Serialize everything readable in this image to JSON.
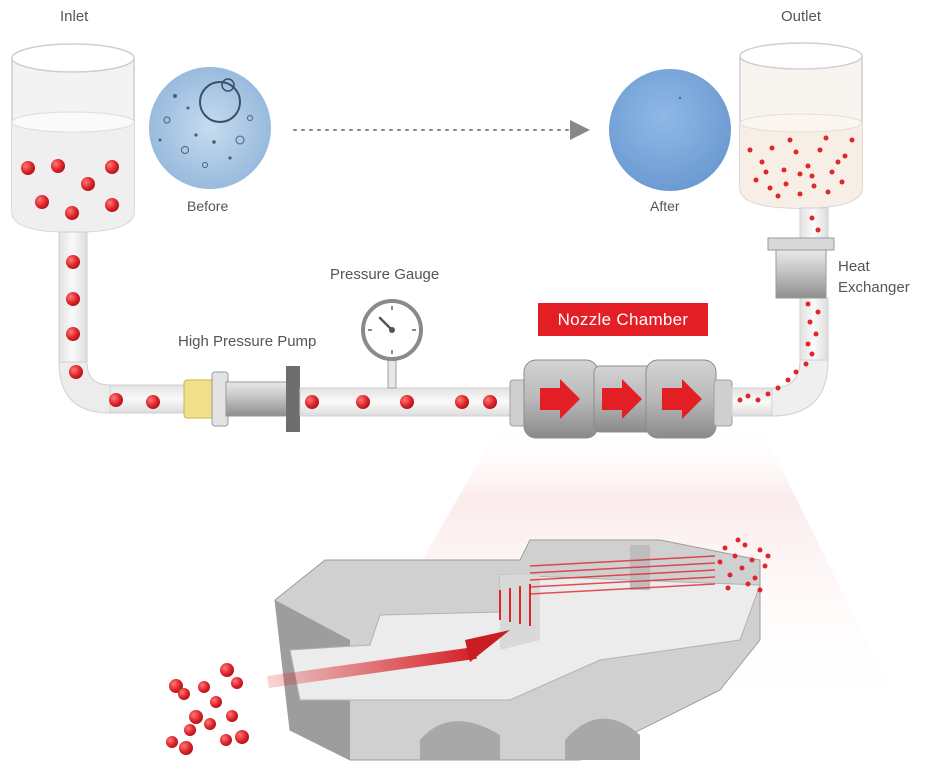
{
  "labels": {
    "inlet": "Inlet",
    "outlet": "Outlet",
    "before": "Before",
    "after": "After",
    "pressure_gauge": "Pressure Gauge",
    "high_pressure_pump": "High Pressure Pump",
    "heat_exchanger_line1": "Heat",
    "heat_exchanger_line2": "Exchanger",
    "nozzle_chamber": "Nozzle Chamber"
  },
  "colors": {
    "accent_red": "#e31e24",
    "particle_red": "#e0262b",
    "pipe_fill": "#f1f1f1",
    "metal_grey": "#c9c9c9",
    "liquid": "#f7eee6",
    "micro_before": "#a9c8e6",
    "micro_after": "#7aa8dc"
  }
}
